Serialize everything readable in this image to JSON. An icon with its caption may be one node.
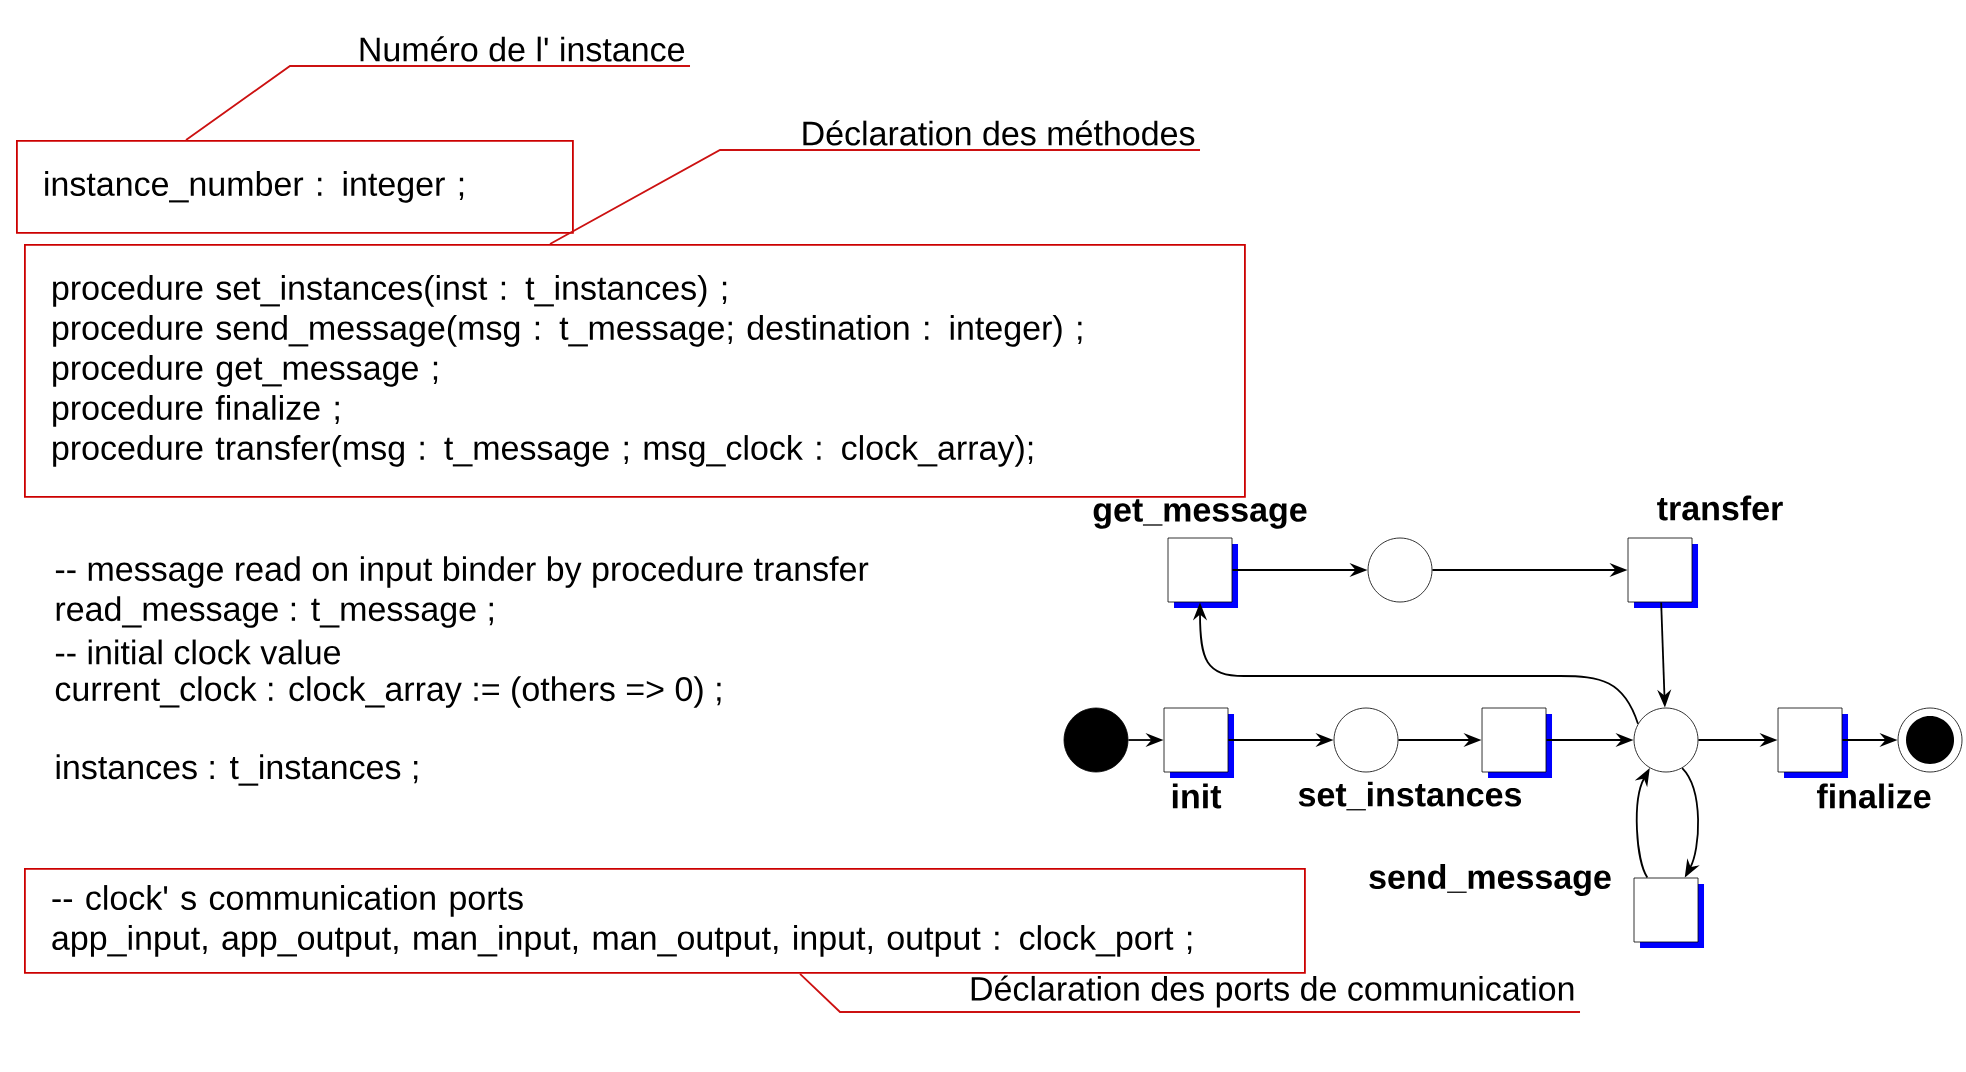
{
  "diagram": {
    "nodes": [
      {
        "text": [
          "Numéro de l' instance"
        ]
      },
      {
        "text": [
          "instance_number : integer ;"
        ]
      },
      {
        "text": [
          "Déclaration des méthodes"
        ]
      },
      {
        "text": [
          "procedure set_instances(inst : t_instances) ;",
          "procedure send_message(msg : t_message; destination : integer) ;",
          "procedure get_message ;",
          "procedure finalize ;",
          "procedure transfer(msg : t_message ; msg_clock : clock_array);"
        ]
      },
      {
        "text": [
          "-- clock' s communication ports",
          "app_input, app_output, man_input, man_output, input, output : clock_port ;"
        ]
      },
      {
        "text": [
          "Déclaration des ports de communication"
        ]
      },
      {
        "text": [],
        "shape": "circle"
      },
      {
        "text": [
          "init"
        ]
      },
      {
        "text": [],
        "shape": "circle"
      },
      {
        "text": [
          "set_instances"
        ]
      },
      {
        "text": [],
        "shape": "circle"
      },
      {
        "text": [
          "get_message"
        ]
      },
      {
        "text": [],
        "shape": "circle"
      },
      {
        "text": [
          "transfer"
        ]
      },
      {
        "text": [
          "send_message"
        ]
      },
      {
        "text": [
          "finalize"
        ]
      },
      {
        "text": [],
        "shape": "circle"
      }
    ],
    "edges": [
      {
        "from": 0,
        "to": 1,
        "arrow": "none",
        "color": "#cc1111"
      },
      {
        "from": 2,
        "to": 3,
        "arrow": "none",
        "color": "#cc1111"
      },
      {
        "from": 5,
        "to": 4,
        "arrow": "none",
        "color": "#cc1111"
      },
      {
        "from": 6,
        "to": 7,
        "arrow": "to"
      },
      {
        "from": 7,
        "to": 8,
        "arrow": "to"
      },
      {
        "from": 8,
        "to": 9,
        "arrow": "to"
      },
      {
        "from": 9,
        "to": 10,
        "arrow": "to"
      },
      {
        "from": 10,
        "to": 15,
        "arrow": "to"
      },
      {
        "from": 15,
        "to": 16,
        "arrow": "to"
      },
      {
        "from": 11,
        "to": 12,
        "arrow": "to"
      },
      {
        "from": 12,
        "to": 13,
        "arrow": "to"
      },
      {
        "from": 13,
        "to": 10,
        "arrow": "to"
      },
      {
        "from": 10,
        "to": 11,
        "arrow": "to"
      },
      {
        "from": 10,
        "to": 14,
        "arrow": "to"
      },
      {
        "from": 14,
        "to": 10,
        "arrow": "to"
      }
    ],
    "labels": [
      "-- message read on input binder by procedure transfer",
      "read_message : t_message ;",
      "-- initial clock value",
      "current_clock : clock_array := (others => 0) ;",
      "instances : t_instances ;"
    ]
  }
}
